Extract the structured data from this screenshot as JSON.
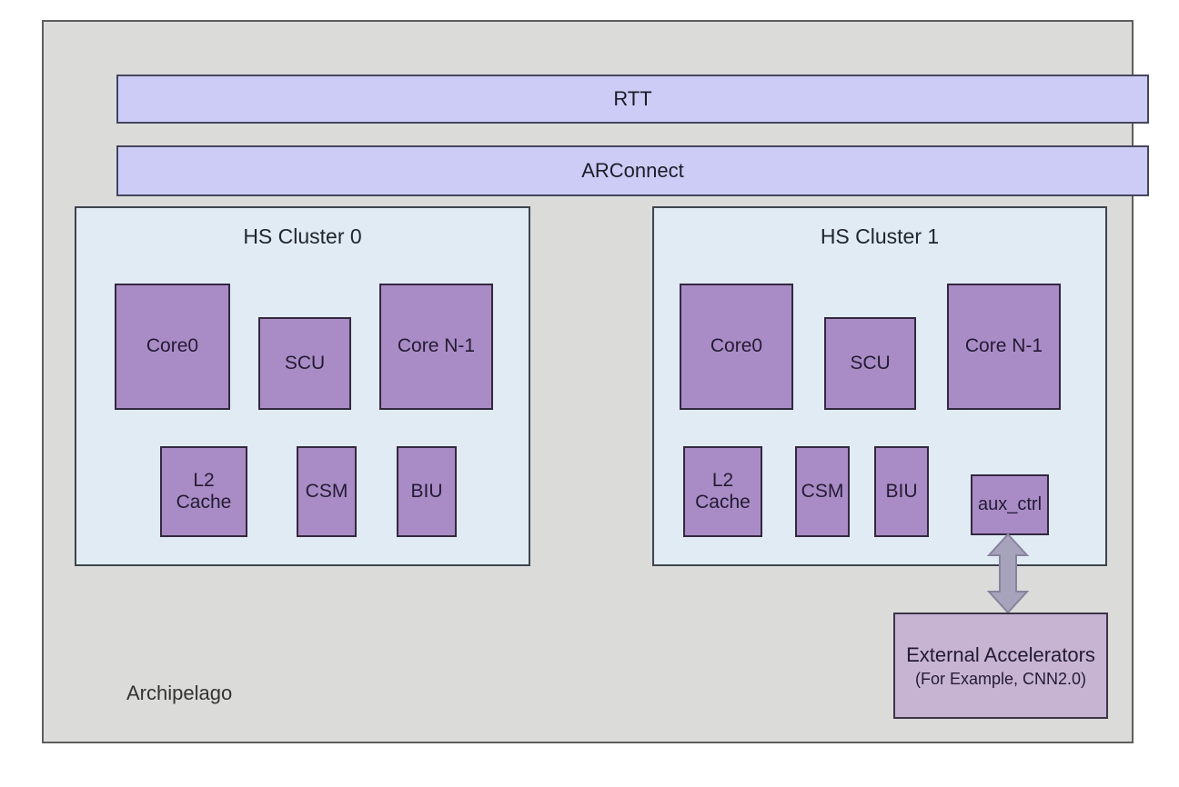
{
  "diagram": {
    "outer_label": "Archipelago",
    "buses": [
      {
        "label": "RTT"
      },
      {
        "label": "ARConnect"
      }
    ],
    "clusters": [
      {
        "title": "HS Cluster 0",
        "blocks": [
          {
            "id": "core0",
            "label": "Core0"
          },
          {
            "id": "scu",
            "label": "SCU"
          },
          {
            "id": "core-n-1",
            "label": "Core N-1"
          },
          {
            "id": "l2-cache",
            "label": "L2 Cache",
            "line1": "L2",
            "line2": "Cache"
          },
          {
            "id": "csm",
            "label": "CSM"
          },
          {
            "id": "biu",
            "label": "BIU"
          }
        ]
      },
      {
        "title": "HS Cluster 1",
        "blocks": [
          {
            "id": "core0",
            "label": "Core0"
          },
          {
            "id": "scu",
            "label": "SCU"
          },
          {
            "id": "core-n-1",
            "label": "Core N-1"
          },
          {
            "id": "l2-cache",
            "label": "L2 Cache",
            "line1": "L2",
            "line2": "Cache"
          },
          {
            "id": "csm",
            "label": "CSM"
          },
          {
            "id": "biu",
            "label": "BIU"
          }
        ],
        "aux_block": {
          "label": "aux_ctrl"
        }
      }
    ],
    "external_accelerators": {
      "line1": "External Accelerators",
      "line2": "(For Example, CNN2.0)"
    },
    "connection": {
      "from": "aux_ctrl",
      "to": "External Accelerators",
      "type": "bidirectional-arrow"
    },
    "colors": {
      "outer_bg": "#dbdbd9",
      "bus_bg": "#cdccf6",
      "cluster_bg": "#e0ebf3",
      "block_bg": "#a98cc6",
      "external_bg": "#c7b4d3",
      "arrow_fill": "#a7a3bc"
    }
  }
}
